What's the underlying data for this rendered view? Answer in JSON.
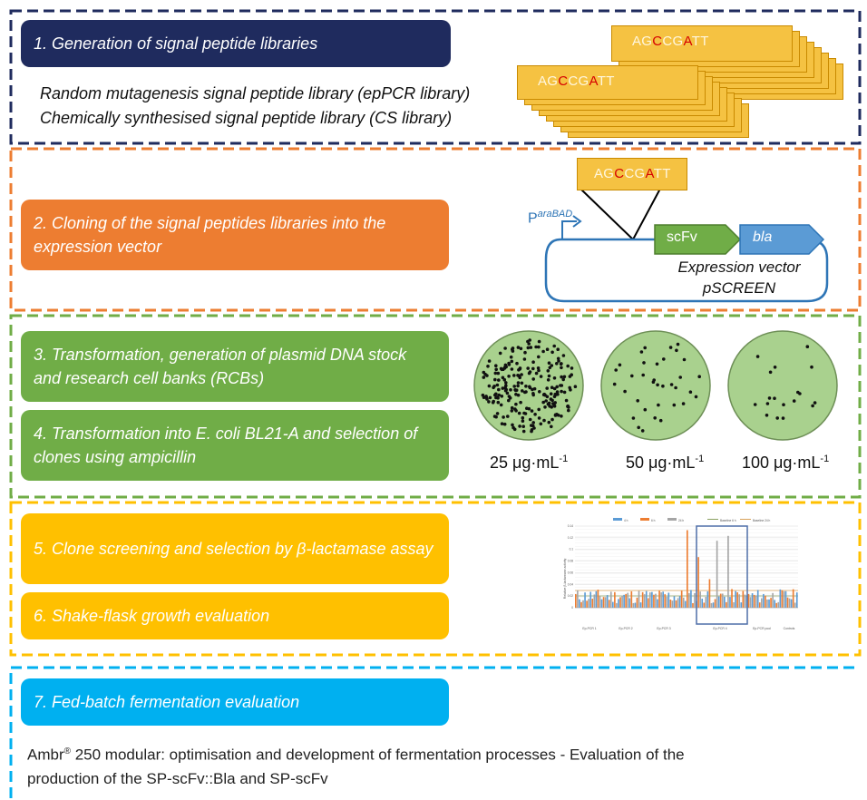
{
  "sections": [
    {
      "id": 1,
      "color": "#1f2b5e",
      "border": "#1f2b5e"
    },
    {
      "id": 2,
      "color": "#ed7d31",
      "border": "#ed7d31"
    },
    {
      "id": 3,
      "color": "#70ad47",
      "border": "#70ad47"
    },
    {
      "id": 4,
      "color": "#ffc000",
      "border": "#ffc000"
    },
    {
      "id": 5,
      "color": "#00b0f0",
      "border": "#00b0f0"
    }
  ],
  "steps": {
    "s1": "1. Generation of signal peptide libraries",
    "s2": "2. Cloning of the signal peptides libraries into the expression vector",
    "s3": "3. Transformation, generation of plasmid DNA stock and research cell banks (RCBs)",
    "s4": "4. Transformation into E. coli BL21-A and selection of clones using ampicillin",
    "s5": "5. Clone screening and selection by β-lactamase assay",
    "s6": "6. Shake-flask growth evaluation",
    "s7": "7. Fed-batch fermentation evaluation"
  },
  "libraries": {
    "line1": "Random mutagenesis signal peptide library (epPCR library)",
    "line2": "Chemically synthesised signal peptide library (CS library)"
  },
  "sequence": {
    "pre": "AG",
    "c": "C",
    "mid": "CG",
    "a": "A",
    "post": "TT",
    "highlight_color": "#d60000"
  },
  "vector": {
    "promoter_base": "P",
    "promoter_sup": "araBAD",
    "gene1": "scFv",
    "gene2": "bla",
    "name_line1": "Expression vector",
    "name_line2": "pSCREEN"
  },
  "plates": {
    "dose1": "25 μg·mL",
    "dose2": "50 μg·mL",
    "dose3": "100 μg·mL",
    "sup": "-1",
    "colony_counts": [
      230,
      35,
      18
    ],
    "plate_color": "#a9d18e"
  },
  "final": {
    "line1_brand": "Ambr",
    "line1_reg": "®",
    "line1_rest": " 250 modular: optimisation and development of fermentation processes - Evaluation of the",
    "line2": "production of the SP-scFv::Bla and SP-scFv"
  },
  "mini_chart": {
    "legend": [
      "4 h",
      "6 h",
      "24 h",
      "Baseline 6 h",
      "Baseline 24 h"
    ],
    "groups": [
      "Ep-PCR 1",
      "Ep-PCR 2",
      "Ep-PCR 3",
      "Ep-PCR 4",
      "Ep-PCR pool",
      "Controls"
    ],
    "ylabel": "Relative β-lactamase activity",
    "yticks": [
      "0",
      "0.02",
      "0.04",
      "0.06",
      "0.08",
      "0.1",
      "0.12",
      "0.14"
    ]
  }
}
